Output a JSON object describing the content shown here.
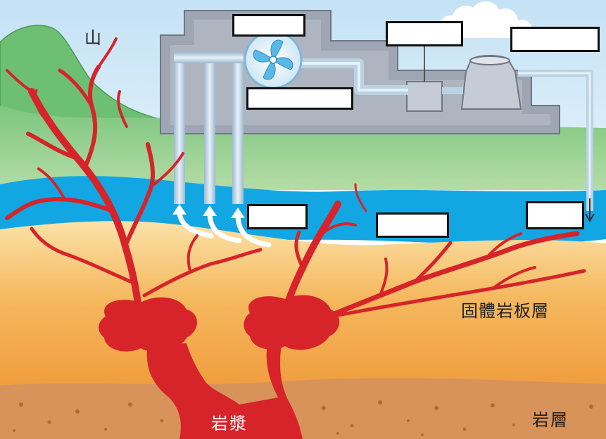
{
  "labels": {
    "mountain": "山",
    "solid_plate": "固體岩板層",
    "rock_layer": "岩層",
    "magma": "岩漿"
  },
  "blank_boxes": [
    {
      "name": "blank-box-turbine-top",
      "text": ""
    },
    {
      "name": "blank-box-generator",
      "text": ""
    },
    {
      "name": "blank-box-cooling-tower",
      "text": ""
    },
    {
      "name": "blank-box-turbine-below",
      "text": ""
    },
    {
      "name": "blank-box-steam-rising",
      "text": ""
    },
    {
      "name": "blank-box-reservoir",
      "text": ""
    },
    {
      "name": "blank-box-reinjection",
      "text": ""
    }
  ],
  "colors": {
    "sky": "#cfe6f4",
    "mountain": "#6cbf73",
    "ground": "#9fd09a",
    "water": "#12a7e2",
    "sand": "#f7df9a",
    "orange_layer": "#f2a94c",
    "rock": "#d88a48",
    "magma": "#d6242a",
    "plant": "#9ea6b3",
    "pipe": "#b9d2e4"
  }
}
